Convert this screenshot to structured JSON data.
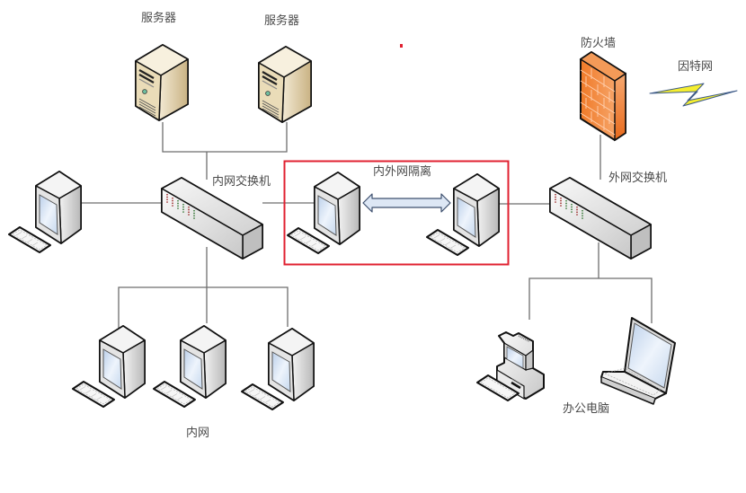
{
  "diagram": {
    "type": "network-topology",
    "colors": {
      "line": "#6e6e6e",
      "isolation_box": "#e02030",
      "firewall": "#f08030",
      "lightning": "#f5ee30",
      "server": "#e6d8b8",
      "device": "#e8e8e8",
      "screen": "#cfe0f2",
      "arrow": "#dde7f5",
      "marker_dot": "#e02030"
    },
    "labels": {
      "server_1": "服务器",
      "server_2": "服务器",
      "firewall": "防火墙",
      "internet": "因特网",
      "internal_switch": "内网交换机",
      "external_switch": "外网交换机",
      "isolation": "内外网隔离",
      "internal_network": "内网",
      "office_pcs": "办公电脑"
    },
    "nodes": [
      {
        "id": "server-1",
        "kind": "server",
        "icon": "server-icon"
      },
      {
        "id": "server-2",
        "kind": "server",
        "icon": "server-icon"
      },
      {
        "id": "internal-switch",
        "kind": "switch",
        "icon": "switch-icon"
      },
      {
        "id": "left-pc",
        "kind": "pc",
        "icon": "computer-icon"
      },
      {
        "id": "internal-pc-1",
        "kind": "pc",
        "icon": "computer-icon"
      },
      {
        "id": "internal-pc-2",
        "kind": "pc",
        "icon": "computer-icon"
      },
      {
        "id": "internal-pc-3",
        "kind": "pc",
        "icon": "computer-icon"
      },
      {
        "id": "isolation-pc-internal",
        "kind": "pc",
        "icon": "computer-icon"
      },
      {
        "id": "isolation-pc-external",
        "kind": "pc",
        "icon": "computer-icon"
      },
      {
        "id": "external-switch",
        "kind": "switch",
        "icon": "switch-icon"
      },
      {
        "id": "firewall",
        "kind": "firewall",
        "icon": "firewall-icon"
      },
      {
        "id": "internet",
        "kind": "internet",
        "icon": "lightning-icon"
      },
      {
        "id": "office-desktop",
        "kind": "desktop",
        "icon": "desktop-computer-icon"
      },
      {
        "id": "office-laptop",
        "kind": "laptop",
        "icon": "laptop-icon"
      }
    ]
  }
}
